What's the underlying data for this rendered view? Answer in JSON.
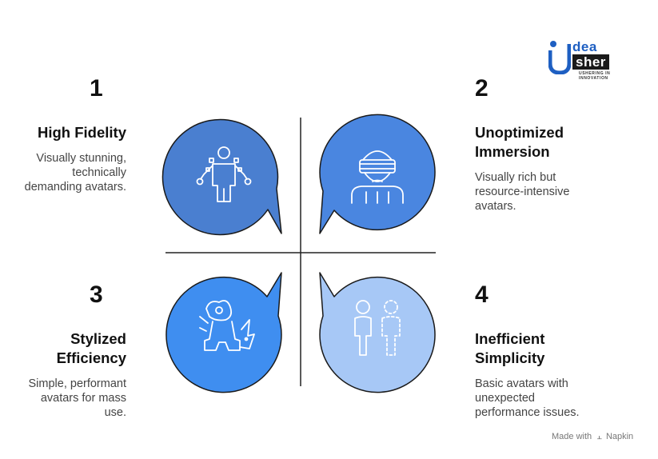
{
  "logo": {
    "word1": "dea",
    "word2": "sher",
    "tagline": "USHERING IN INNOVATION"
  },
  "quadrants": [
    {
      "number": "1",
      "title_line1": "High Fidelity",
      "title_line2": "",
      "desc_lines": [
        "Visually stunning,",
        "technically",
        "demanding avatars."
      ],
      "icon": "motion-capture-figure-icon",
      "color": "#4a7fd0"
    },
    {
      "number": "2",
      "title_line1": "Unoptimized",
      "title_line2": "Immersion",
      "desc_lines": [
        "Visually rich but",
        "resource-intensive",
        "avatars."
      ],
      "icon": "vr-headset-person-icon",
      "color": "#4a86e0"
    },
    {
      "number": "3",
      "title_line1": "Stylized",
      "title_line2": "Efficiency",
      "desc_lines": [
        "Simple, performant",
        "avatars for mass",
        "use."
      ],
      "icon": "cartoon-characters-icon",
      "color": "#3f8ef0"
    },
    {
      "number": "4",
      "title_line1": "Inefficient",
      "title_line2": "Simplicity",
      "desc_lines": [
        "Basic avatars with",
        "unexpected",
        "performance issues."
      ],
      "icon": "basic-avatar-figures-icon",
      "color": "#a7c8f6"
    }
  ],
  "footer": {
    "made_with": "Made with",
    "brand": "Napkin"
  }
}
